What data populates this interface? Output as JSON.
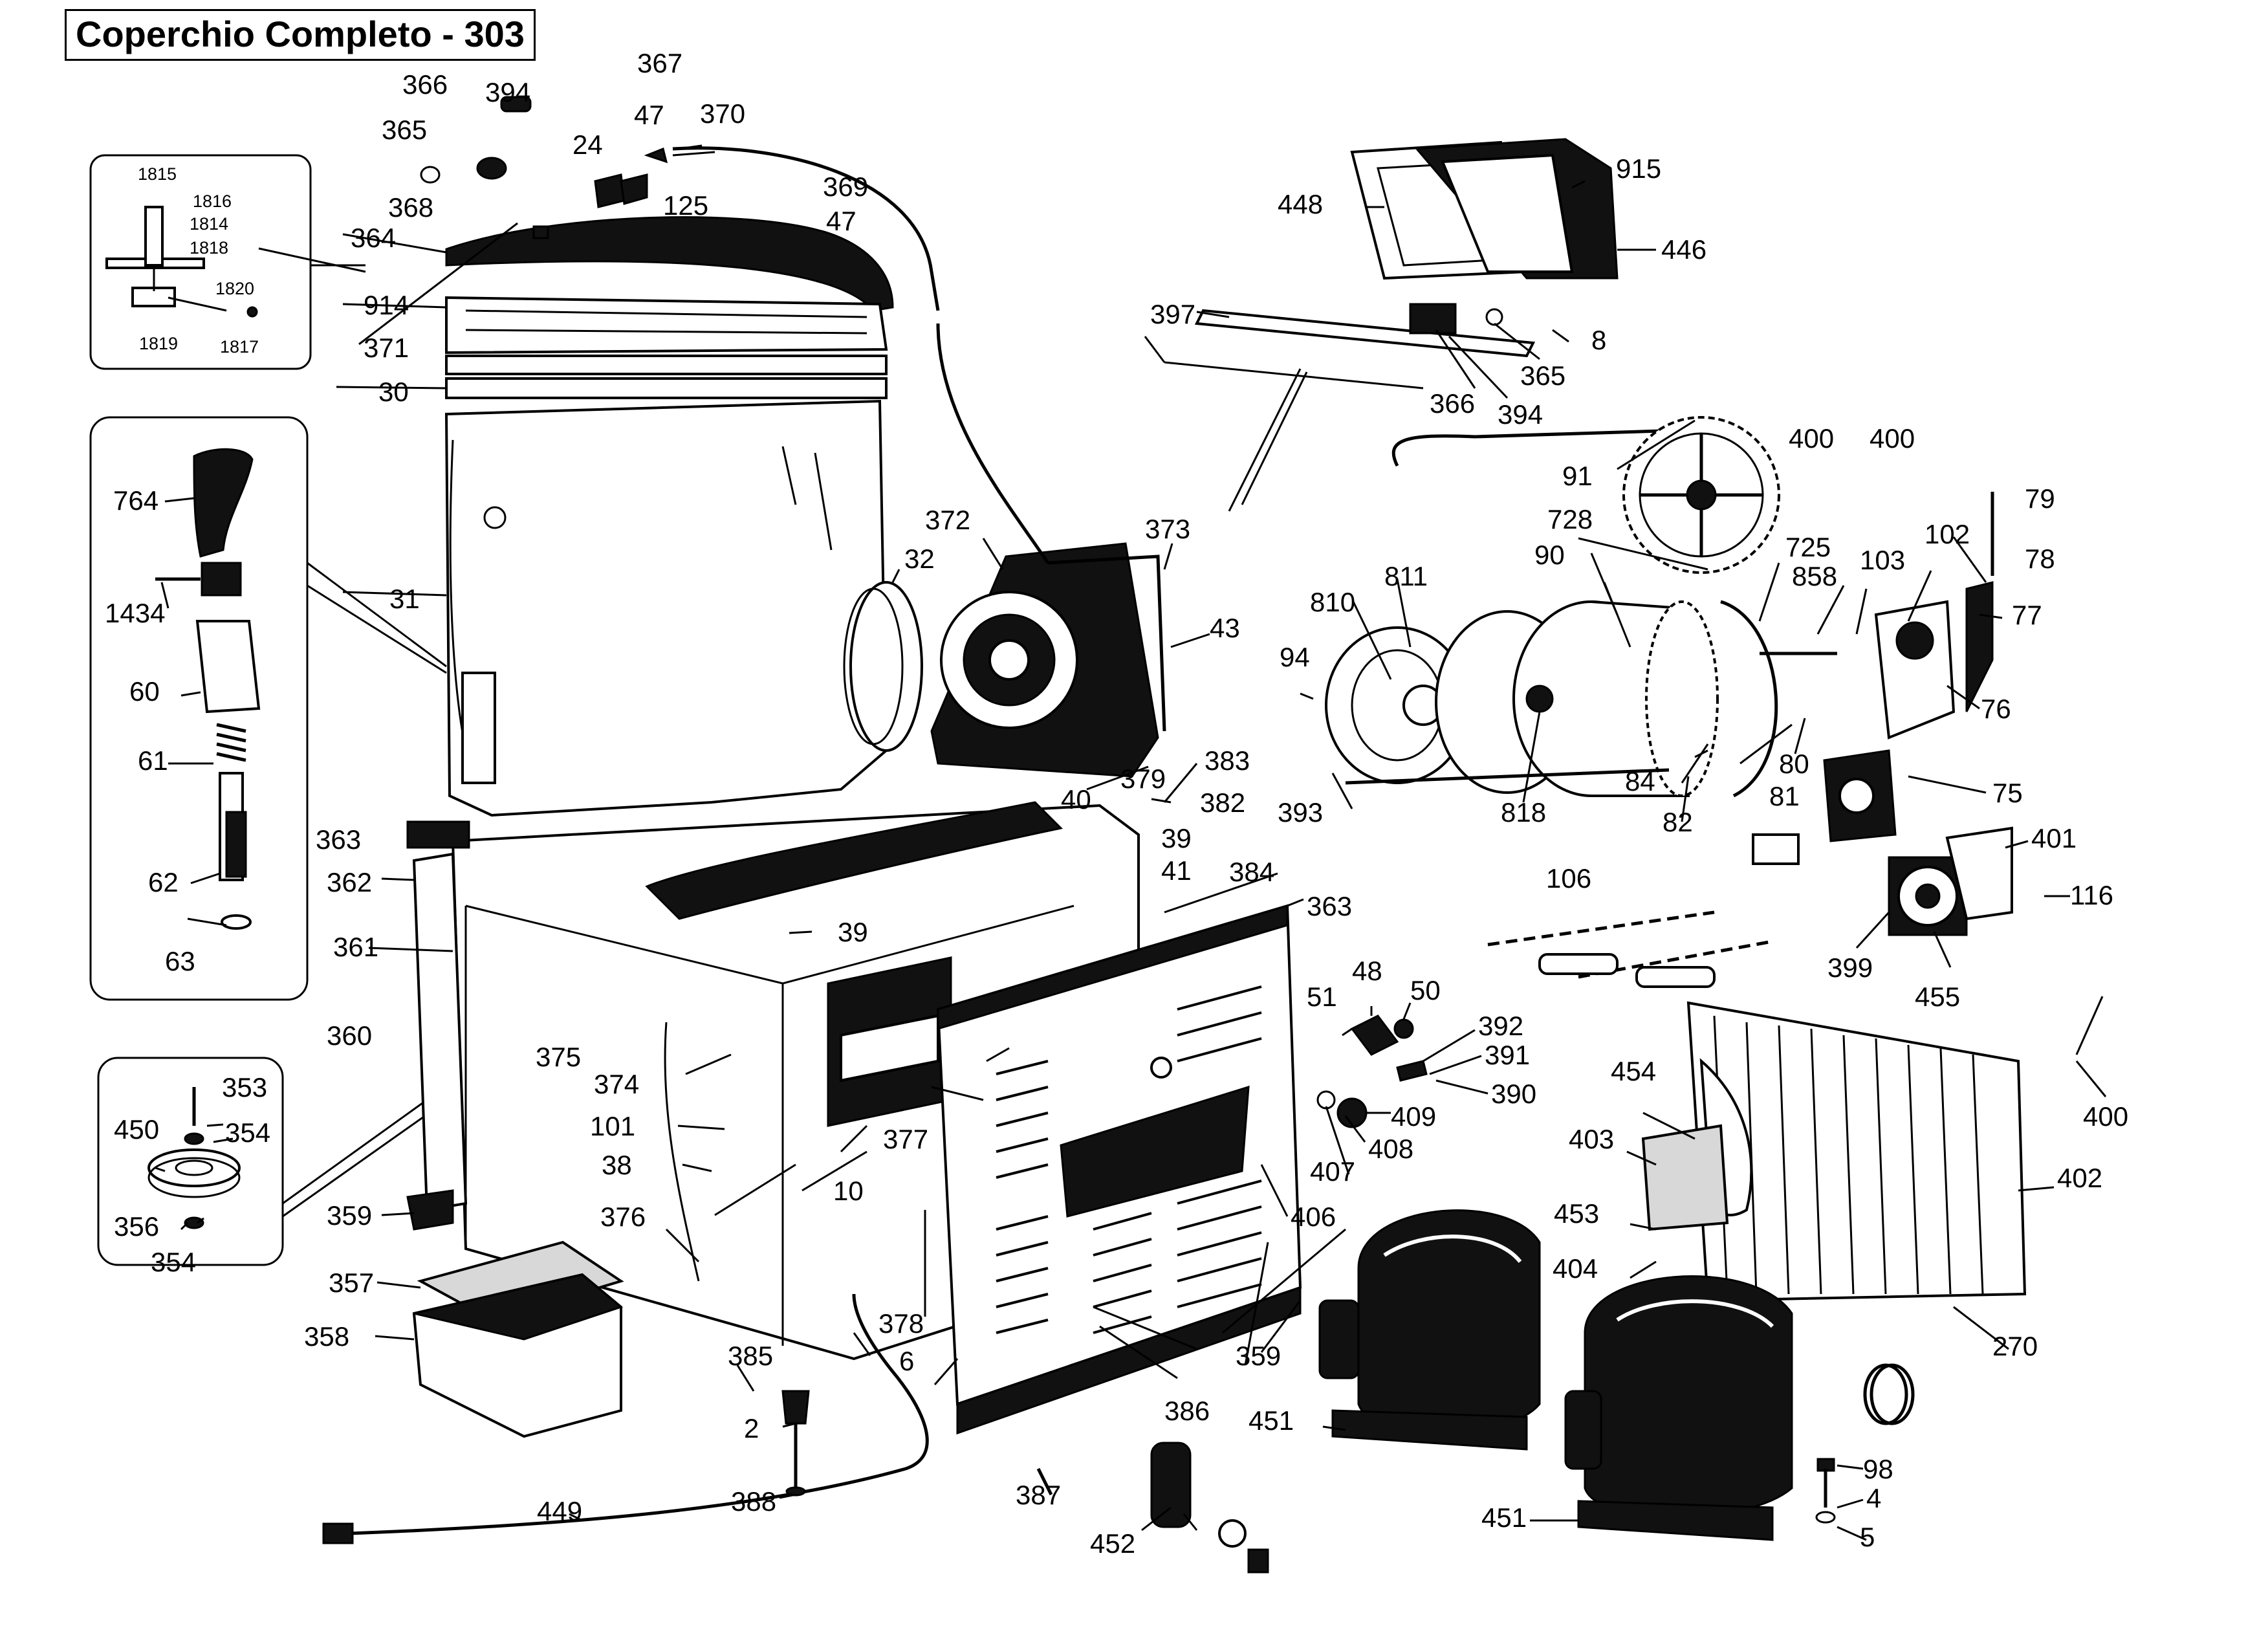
{
  "title": "Coperchio Completo - 303",
  "labels": [
    {
      "id": "l367",
      "text": "367"
    },
    {
      "id": "l394a",
      "text": "394"
    },
    {
      "id": "l366a",
      "text": "366"
    },
    {
      "id": "l370",
      "text": "370"
    },
    {
      "id": "l47a",
      "text": "47"
    },
    {
      "id": "l365a",
      "text": "365"
    },
    {
      "id": "l24",
      "text": "24"
    },
    {
      "id": "l125",
      "text": "125"
    },
    {
      "id": "l368",
      "text": "368"
    },
    {
      "id": "l369",
      "text": "369"
    },
    {
      "id": "l47b",
      "text": "47"
    },
    {
      "id": "l364",
      "text": "364"
    },
    {
      "id": "l914",
      "text": "914"
    },
    {
      "id": "l371",
      "text": "371"
    },
    {
      "id": "l30",
      "text": "30"
    },
    {
      "id": "l764",
      "text": "764"
    },
    {
      "id": "l1434",
      "text": "1434"
    },
    {
      "id": "l60",
      "text": "60"
    },
    {
      "id": "l61",
      "text": "61"
    },
    {
      "id": "l62",
      "text": "62"
    },
    {
      "id": "l63",
      "text": "63"
    },
    {
      "id": "l31",
      "text": "31"
    },
    {
      "id": "l372",
      "text": "372"
    },
    {
      "id": "l373",
      "text": "373"
    },
    {
      "id": "l32",
      "text": "32"
    },
    {
      "id": "l43",
      "text": "43"
    },
    {
      "id": "l379",
      "text": "379"
    },
    {
      "id": "l383",
      "text": "383"
    },
    {
      "id": "l40",
      "text": "40"
    },
    {
      "id": "l382",
      "text": "382"
    },
    {
      "id": "l39a",
      "text": "39"
    },
    {
      "id": "l41",
      "text": "41"
    },
    {
      "id": "l384",
      "text": "384"
    },
    {
      "id": "l363a",
      "text": "363"
    },
    {
      "id": "l363b",
      "text": "363"
    },
    {
      "id": "l362",
      "text": "362"
    },
    {
      "id": "l39b",
      "text": "39"
    },
    {
      "id": "l361",
      "text": "361"
    },
    {
      "id": "l360",
      "text": "360"
    },
    {
      "id": "l375",
      "text": "375"
    },
    {
      "id": "l374",
      "text": "374"
    },
    {
      "id": "l101",
      "text": "101"
    },
    {
      "id": "l38",
      "text": "38"
    },
    {
      "id": "l377",
      "text": "377"
    },
    {
      "id": "l10",
      "text": "10"
    },
    {
      "id": "l376",
      "text": "376"
    },
    {
      "id": "l359a",
      "text": "359"
    },
    {
      "id": "l353",
      "text": "353"
    },
    {
      "id": "l450",
      "text": "450"
    },
    {
      "id": "l354a",
      "text": "354"
    },
    {
      "id": "l356",
      "text": "356"
    },
    {
      "id": "l354b",
      "text": "354"
    },
    {
      "id": "l357",
      "text": "357"
    },
    {
      "id": "l358",
      "text": "358"
    },
    {
      "id": "l378",
      "text": "378"
    },
    {
      "id": "l385",
      "text": "385"
    },
    {
      "id": "l6",
      "text": "6"
    },
    {
      "id": "l2",
      "text": "2"
    },
    {
      "id": "l388",
      "text": "388"
    },
    {
      "id": "l449",
      "text": "449"
    },
    {
      "id": "l386",
      "text": "386"
    },
    {
      "id": "l359b",
      "text": "359"
    },
    {
      "id": "l387",
      "text": "387"
    },
    {
      "id": "l452",
      "text": "452"
    },
    {
      "id": "l448",
      "text": "448"
    },
    {
      "id": "l915",
      "text": "915"
    },
    {
      "id": "l446",
      "text": "446"
    },
    {
      "id": "l397",
      "text": "397"
    },
    {
      "id": "l8",
      "text": "8"
    },
    {
      "id": "l365b",
      "text": "365"
    },
    {
      "id": "l366b",
      "text": "366"
    },
    {
      "id": "l394b",
      "text": "394"
    },
    {
      "id": "l400a",
      "text": "400"
    },
    {
      "id": "l400b",
      "text": "400"
    },
    {
      "id": "l91",
      "text": "91"
    },
    {
      "id": "l728",
      "text": "728"
    },
    {
      "id": "l79",
      "text": "79"
    },
    {
      "id": "l90",
      "text": "90"
    },
    {
      "id": "l725",
      "text": "725"
    },
    {
      "id": "l102",
      "text": "102"
    },
    {
      "id": "l78",
      "text": "78"
    },
    {
      "id": "l858",
      "text": "858"
    },
    {
      "id": "l103",
      "text": "103"
    },
    {
      "id": "l77",
      "text": "77"
    },
    {
      "id": "l810",
      "text": "810"
    },
    {
      "id": "l811",
      "text": "811"
    },
    {
      "id": "l94",
      "text": "94"
    },
    {
      "id": "l76",
      "text": "76"
    },
    {
      "id": "l80",
      "text": "80"
    },
    {
      "id": "l84",
      "text": "84"
    },
    {
      "id": "l81",
      "text": "81"
    },
    {
      "id": "l75",
      "text": "75"
    },
    {
      "id": "l393",
      "text": "393"
    },
    {
      "id": "l818",
      "text": "818"
    },
    {
      "id": "l82",
      "text": "82"
    },
    {
      "id": "l401",
      "text": "401"
    },
    {
      "id": "l106",
      "text": "106"
    },
    {
      "id": "l116",
      "text": "116"
    },
    {
      "id": "l399",
      "text": "399"
    },
    {
      "id": "l455",
      "text": "455"
    },
    {
      "id": "l48",
      "text": "48"
    },
    {
      "id": "l51",
      "text": "51"
    },
    {
      "id": "l50",
      "text": "50"
    },
    {
      "id": "l392",
      "text": "392"
    },
    {
      "id": "l391",
      "text": "391"
    },
    {
      "id": "l390",
      "text": "390"
    },
    {
      "id": "l409",
      "text": "409"
    },
    {
      "id": "l408",
      "text": "408"
    },
    {
      "id": "l407",
      "text": "407"
    },
    {
      "id": "l406",
      "text": "406"
    },
    {
      "id": "l454",
      "text": "454"
    },
    {
      "id": "l400c",
      "text": "400"
    },
    {
      "id": "l403",
      "text": "403"
    },
    {
      "id": "l402",
      "text": "402"
    },
    {
      "id": "l453",
      "text": "453"
    },
    {
      "id": "l404",
      "text": "404"
    },
    {
      "id": "l270",
      "text": "270"
    },
    {
      "id": "l451a",
      "text": "451"
    },
    {
      "id": "l98",
      "text": "98"
    },
    {
      "id": "l4",
      "text": "4"
    },
    {
      "id": "l451b",
      "text": "451"
    },
    {
      "id": "l5",
      "text": "5"
    }
  ],
  "inset_labels": [
    {
      "id": "i1815",
      "text": "1815"
    },
    {
      "id": "i1816",
      "text": "1816"
    },
    {
      "id": "i1814",
      "text": "1814"
    },
    {
      "id": "i1818",
      "text": "1818"
    },
    {
      "id": "i1820",
      "text": "1820"
    },
    {
      "id": "i1819",
      "text": "1819"
    },
    {
      "id": "i1817",
      "text": "1817"
    }
  ]
}
